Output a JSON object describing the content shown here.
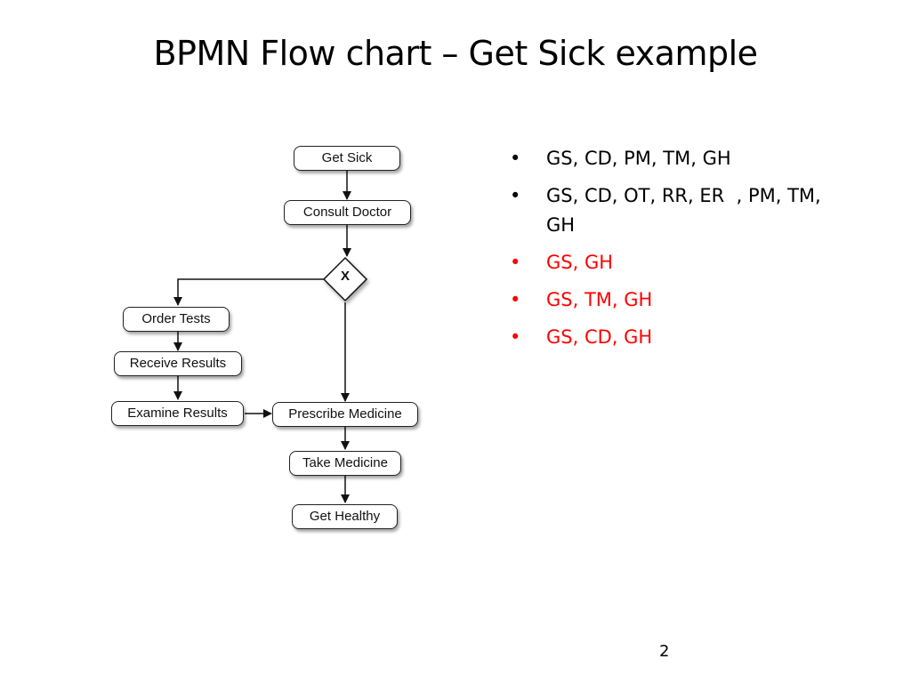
{
  "slide": {
    "title": "BPMN Flow chart – Get Sick example",
    "page_number": "2"
  },
  "flowchart": {
    "nodes": {
      "get_sick": "Get Sick",
      "consult_doctor": "Consult Doctor",
      "gateway": "X",
      "order_tests": "Order Tests",
      "receive_results": "Receive Results",
      "examine_results": "Examine Results",
      "prescribe_medicine": "Prescribe Medicine",
      "take_medicine": "Take Medicine",
      "get_healthy": "Get Healthy"
    },
    "edges": [
      [
        "get_sick",
        "consult_doctor"
      ],
      [
        "consult_doctor",
        "gateway"
      ],
      [
        "gateway",
        "order_tests"
      ],
      [
        "gateway",
        "prescribe_medicine"
      ],
      [
        "order_tests",
        "receive_results"
      ],
      [
        "receive_results",
        "examine_results"
      ],
      [
        "examine_results",
        "prescribe_medicine"
      ],
      [
        "prescribe_medicine",
        "take_medicine"
      ],
      [
        "take_medicine",
        "get_healthy"
      ]
    ]
  },
  "paths": [
    {
      "text": "GS, CD, PM, TM, GH",
      "highlight": false
    },
    {
      "text": "GS, CD, OT, RR, ER  , PM, TM, GH",
      "highlight": false
    },
    {
      "text": "GS, GH",
      "highlight": true
    },
    {
      "text": "GS, TM, GH",
      "highlight": true
    },
    {
      "text": "GS, CD, GH",
      "highlight": true
    }
  ],
  "bullet_char": "•",
  "colors": {
    "highlight": "#ff0000",
    "normal": "#000000"
  }
}
